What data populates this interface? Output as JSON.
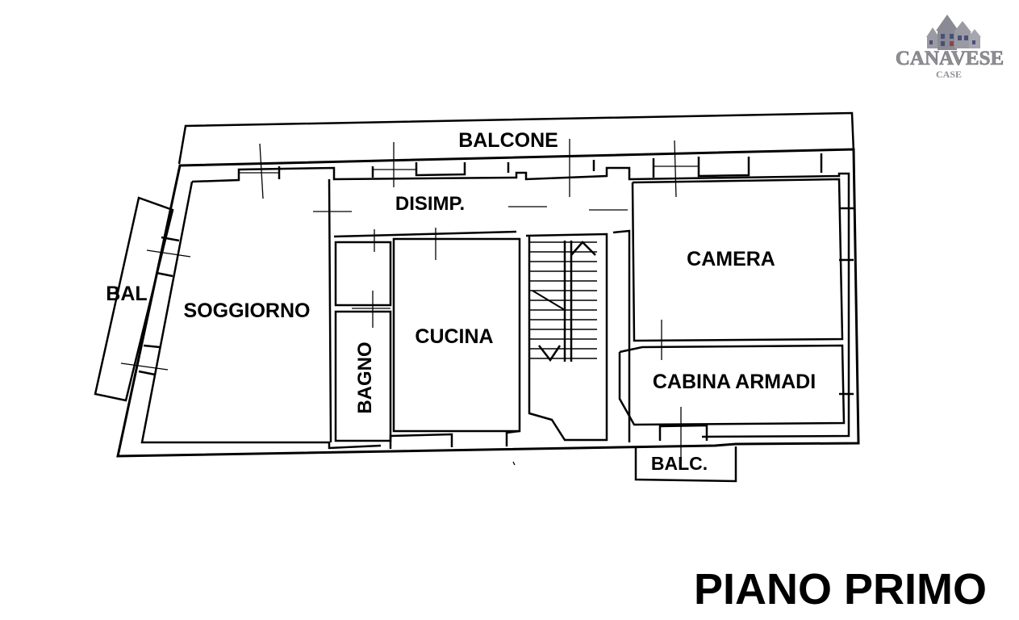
{
  "logo": {
    "brand": "CANAVESE",
    "sub": "CASE",
    "colors": {
      "text": "#8f8f94",
      "house": "#9a9aa3",
      "window": "#4a4f7a",
      "accent": "#8a4646"
    }
  },
  "rooms": {
    "balcone": "BALCONE",
    "disimp": "DISIMP.",
    "camera": "CAMERA",
    "bal": "BAL",
    "soggiorno": "SOGGIORNO",
    "bagno": "BAGNO",
    "cucina": "CUCINA",
    "cabina_armadi": "CABINA ARMADI",
    "balc": "BALC."
  },
  "floor_title": "PIANO PRIMO",
  "colors": {
    "lines": "#000000",
    "background": "#ffffff"
  }
}
